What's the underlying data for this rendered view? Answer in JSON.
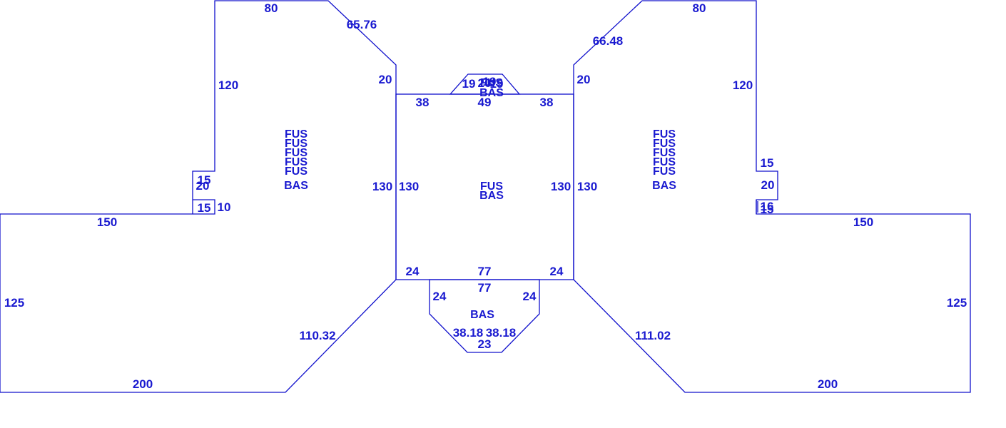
{
  "colors": {
    "line": "#1010cc",
    "text": "#1a1ad0",
    "background": "#ffffff"
  },
  "left_piece": {
    "dims": {
      "top": "80",
      "diagonal_top": "65.76",
      "neck": "20",
      "vertical": "120",
      "tab_top": "15",
      "tab_side": "20",
      "tab_bottom": "15",
      "tab_step": "10",
      "base_top": "150",
      "base_side": "125",
      "base_bottom": "200",
      "diagonal_bottom": "110.32",
      "inner_side": "130"
    },
    "tags": [
      "FUS",
      "FUS",
      "FUS",
      "FUS",
      "FUS",
      "BAS"
    ]
  },
  "right_piece": {
    "dims": {
      "top": "80",
      "diagonal_top": "66.48",
      "neck": "20",
      "vertical": "120",
      "tab_top": "15",
      "tab_side": "20",
      "tab_bottom_a": "16",
      "tab_bottom_b": "15",
      "base_top": "150",
      "base_side": "125",
      "base_bottom": "200",
      "diagonal_bottom": "111.02",
      "inner_side": "130"
    },
    "tags": [
      "FUS",
      "FUS",
      "FUS",
      "FUS",
      "FUS",
      "BAS"
    ]
  },
  "center_panel": {
    "dims": {
      "top_left": "38",
      "top_mid": "49",
      "top_right": "38",
      "left": "130",
      "right": "130",
      "bottom_left": "24",
      "bottom_mid": "77",
      "bottom_right": "24"
    },
    "tags": [
      "FUS",
      "BAS"
    ]
  },
  "top_cap": {
    "dims": {
      "left": "19",
      "mid_a": "20",
      "mid_b": "19",
      "right": "19"
    },
    "tags": [
      "FUS",
      "BAS"
    ]
  },
  "bottom_cap": {
    "dims": {
      "top": "77",
      "left": "24",
      "right": "24",
      "diag_left": "38.18",
      "diag_right": "38.18",
      "bottom": "23"
    },
    "tags": [
      "BAS"
    ]
  }
}
